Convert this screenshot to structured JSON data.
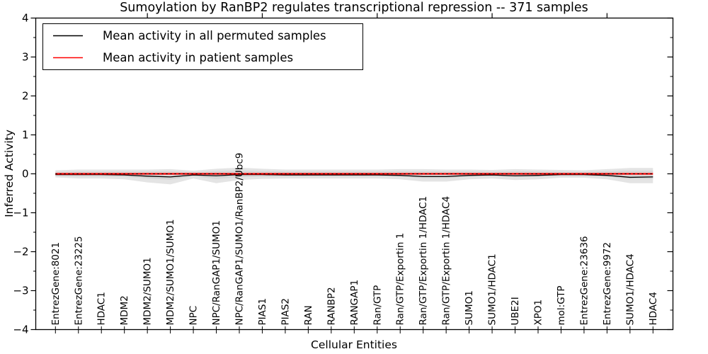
{
  "title": "Sumoylation by RanBP2 regulates transcriptional repression -- 371 samples",
  "legend": {
    "items": [
      {
        "label": "Mean activity in all permuted samples",
        "color": "#000000"
      },
      {
        "label": "Mean activity in patient samples",
        "color": "#ff0000"
      }
    ]
  },
  "axes": {
    "xlabel": "Cellular Entities",
    "ylabel": "Inferred Activity",
    "ytick_labels": [
      "4",
      "3",
      "2",
      "1",
      "0",
      "−1",
      "−2",
      "−3",
      "−4"
    ],
    "ytick_values": [
      4,
      3,
      2,
      1,
      0,
      -1,
      -2,
      -3,
      -4
    ]
  },
  "chart_data": {
    "type": "line",
    "title": "Sumoylation by RanBP2 regulates transcriptional repression -- 371 samples",
    "xlabel": "Cellular Entities",
    "ylabel": "Inferred Activity",
    "ylim": [
      -4,
      4
    ],
    "grid": false,
    "legend_position": "upper left",
    "x_major_tick_every": 5,
    "categories": [
      "EntrezGene:8021",
      "EntrezGene:23225",
      "HDAC1",
      "MDM2",
      "MDM2/SUMO1",
      "MDM2/SUMO1/SUMO1",
      "NPC",
      "NPC/RanGAP1/SUMO1",
      "NPC/RanGAP1/SUMO1/RanBP2/Ubc9",
      "PIAS1",
      "PIAS2",
      "RAN",
      "RANBP2",
      "RANGAP1",
      "Ran/GTP",
      "Ran/GTP/Exportin 1",
      "Ran/GTP/Exportin 1/HDAC1",
      "Ran/GTP/Exportin 1/HDAC4",
      "SUMO1",
      "SUMO1/HDAC1",
      "UBE2I",
      "XPO1",
      "mol:GTP",
      "EntrezGene:23636",
      "EntrezGene:9972",
      "SUMO1/HDAC4",
      "HDAC4"
    ],
    "series": [
      {
        "name": "Mean activity in all permuted samples",
        "color": "#000000",
        "style": "solid",
        "values": [
          -0.02,
          -0.02,
          -0.02,
          -0.03,
          -0.06,
          -0.08,
          -0.03,
          -0.05,
          -0.02,
          -0.02,
          -0.03,
          -0.03,
          -0.03,
          -0.03,
          -0.03,
          -0.04,
          -0.07,
          -0.07,
          -0.04,
          -0.03,
          -0.05,
          -0.04,
          -0.02,
          -0.02,
          -0.04,
          -0.09,
          -0.08
        ]
      },
      {
        "name": "Mean activity in patient samples",
        "color": "#ff0000",
        "style": "solid with black dotted overlay",
        "values": [
          0,
          0,
          0,
          0,
          0,
          0,
          0,
          0,
          0,
          0,
          0,
          0,
          0,
          0,
          0,
          0,
          0,
          0,
          0,
          0,
          0,
          0,
          0,
          0,
          0,
          0,
          0
        ]
      }
    ],
    "band": {
      "label": "permuted activity spread (shaded)",
      "color": "#e4e4e4",
      "inner_color": "#d7d7d7",
      "upper": [
        0.09,
        0.11,
        0.11,
        0.11,
        0.11,
        0.12,
        0.08,
        0.13,
        0.16,
        0.13,
        0.11,
        0.11,
        0.11,
        0.11,
        0.11,
        0.12,
        0.12,
        0.11,
        0.11,
        0.1,
        0.12,
        0.11,
        0.1,
        0.09,
        0.12,
        0.15,
        0.15
      ],
      "lower": [
        -0.09,
        -0.12,
        -0.12,
        -0.14,
        -0.22,
        -0.27,
        -0.12,
        -0.24,
        -0.16,
        -0.13,
        -0.12,
        -0.12,
        -0.12,
        -0.12,
        -0.12,
        -0.14,
        -0.2,
        -0.2,
        -0.14,
        -0.12,
        -0.16,
        -0.14,
        -0.1,
        -0.1,
        -0.14,
        -0.24,
        -0.24
      ]
    }
  }
}
